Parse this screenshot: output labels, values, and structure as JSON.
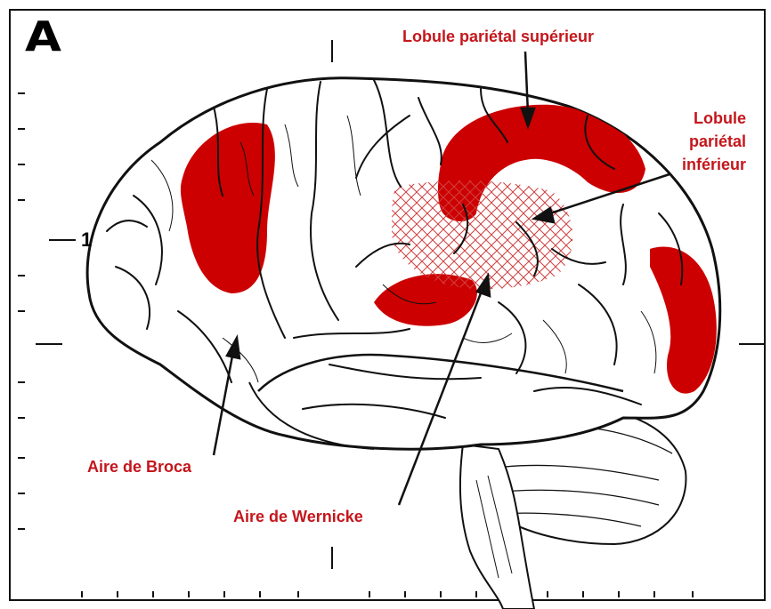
{
  "panel_letter": "A",
  "tick_label": "1",
  "labels": {
    "superior_parietal": "Lobule pariétal supérieur",
    "inferior_parietal": [
      "Lobule",
      "pariétal",
      "inférieur"
    ],
    "broca": "Aire de Broca",
    "wernicke": "Aire de Wernicke"
  },
  "colors": {
    "region_red": "#cc0000",
    "label_red": "#c4161c",
    "outline": "#111111"
  }
}
